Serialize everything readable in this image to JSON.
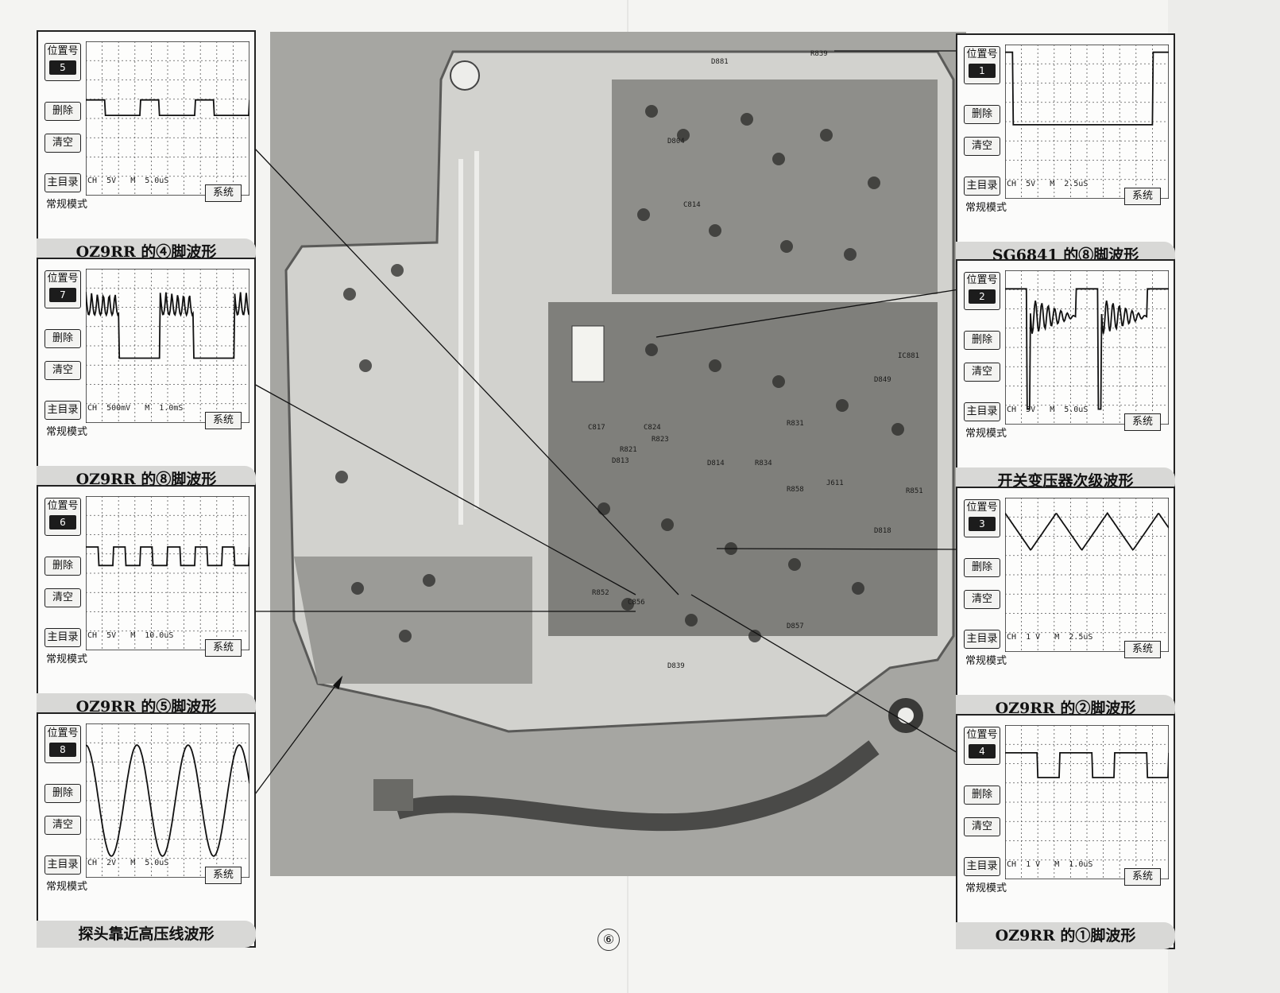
{
  "buttons": {
    "position": "位置号",
    "delete": "删除",
    "clear": "清空",
    "main": "主目录",
    "system": "系统",
    "mode": "常规模式"
  },
  "panels": [
    {
      "pos": "5",
      "ch": "CH  5V",
      "time": "M  5.0uS",
      "caption": "OZ9RR 的④脚波形",
      "wave": "square_low"
    },
    {
      "pos": "7",
      "ch": "CH  500mV",
      "time": "M  1.0mS",
      "caption": "OZ9RR 的⑧脚波形",
      "wave": "ripple"
    },
    {
      "pos": "6",
      "ch": "CH  5V",
      "time": "M  10.0uS",
      "caption": "OZ9RR 的⑤脚波形",
      "wave": "square_fast"
    },
    {
      "pos": "8",
      "ch": "CH  2V",
      "time": "M  5.0uS",
      "caption": "探头靠近高压线波形",
      "wave": "sine"
    },
    {
      "pos": "1",
      "ch": "CH  5V",
      "time": "M  2.5uS",
      "caption": "SG6841 的⑧脚波形",
      "wave": "pulse_wide"
    },
    {
      "pos": "2",
      "ch": "CH  5V",
      "time": "M  5.0uS",
      "caption": "开关变压器次级波形",
      "wave": "ringing"
    },
    {
      "pos": "3",
      "ch": "CH  1 V",
      "time": "M  2.5uS",
      "caption": "OZ9RR 的②脚波形",
      "wave": "triangle"
    },
    {
      "pos": "4",
      "ch": "CH  1 V",
      "time": "M  1.0uS",
      "caption": "OZ9RR 的①脚波形",
      "wave": "square_high"
    }
  ],
  "board_labels": [
    "D881",
    "R839",
    "D804",
    "C814",
    "R823",
    "C824",
    "D813",
    "R821",
    "D814",
    "R834",
    "R831",
    "C817",
    "D818",
    "R852",
    "C856",
    "D839",
    "D857",
    "R851",
    "D849",
    "IC881",
    "R858",
    "J611"
  ],
  "page_number": "⑥"
}
